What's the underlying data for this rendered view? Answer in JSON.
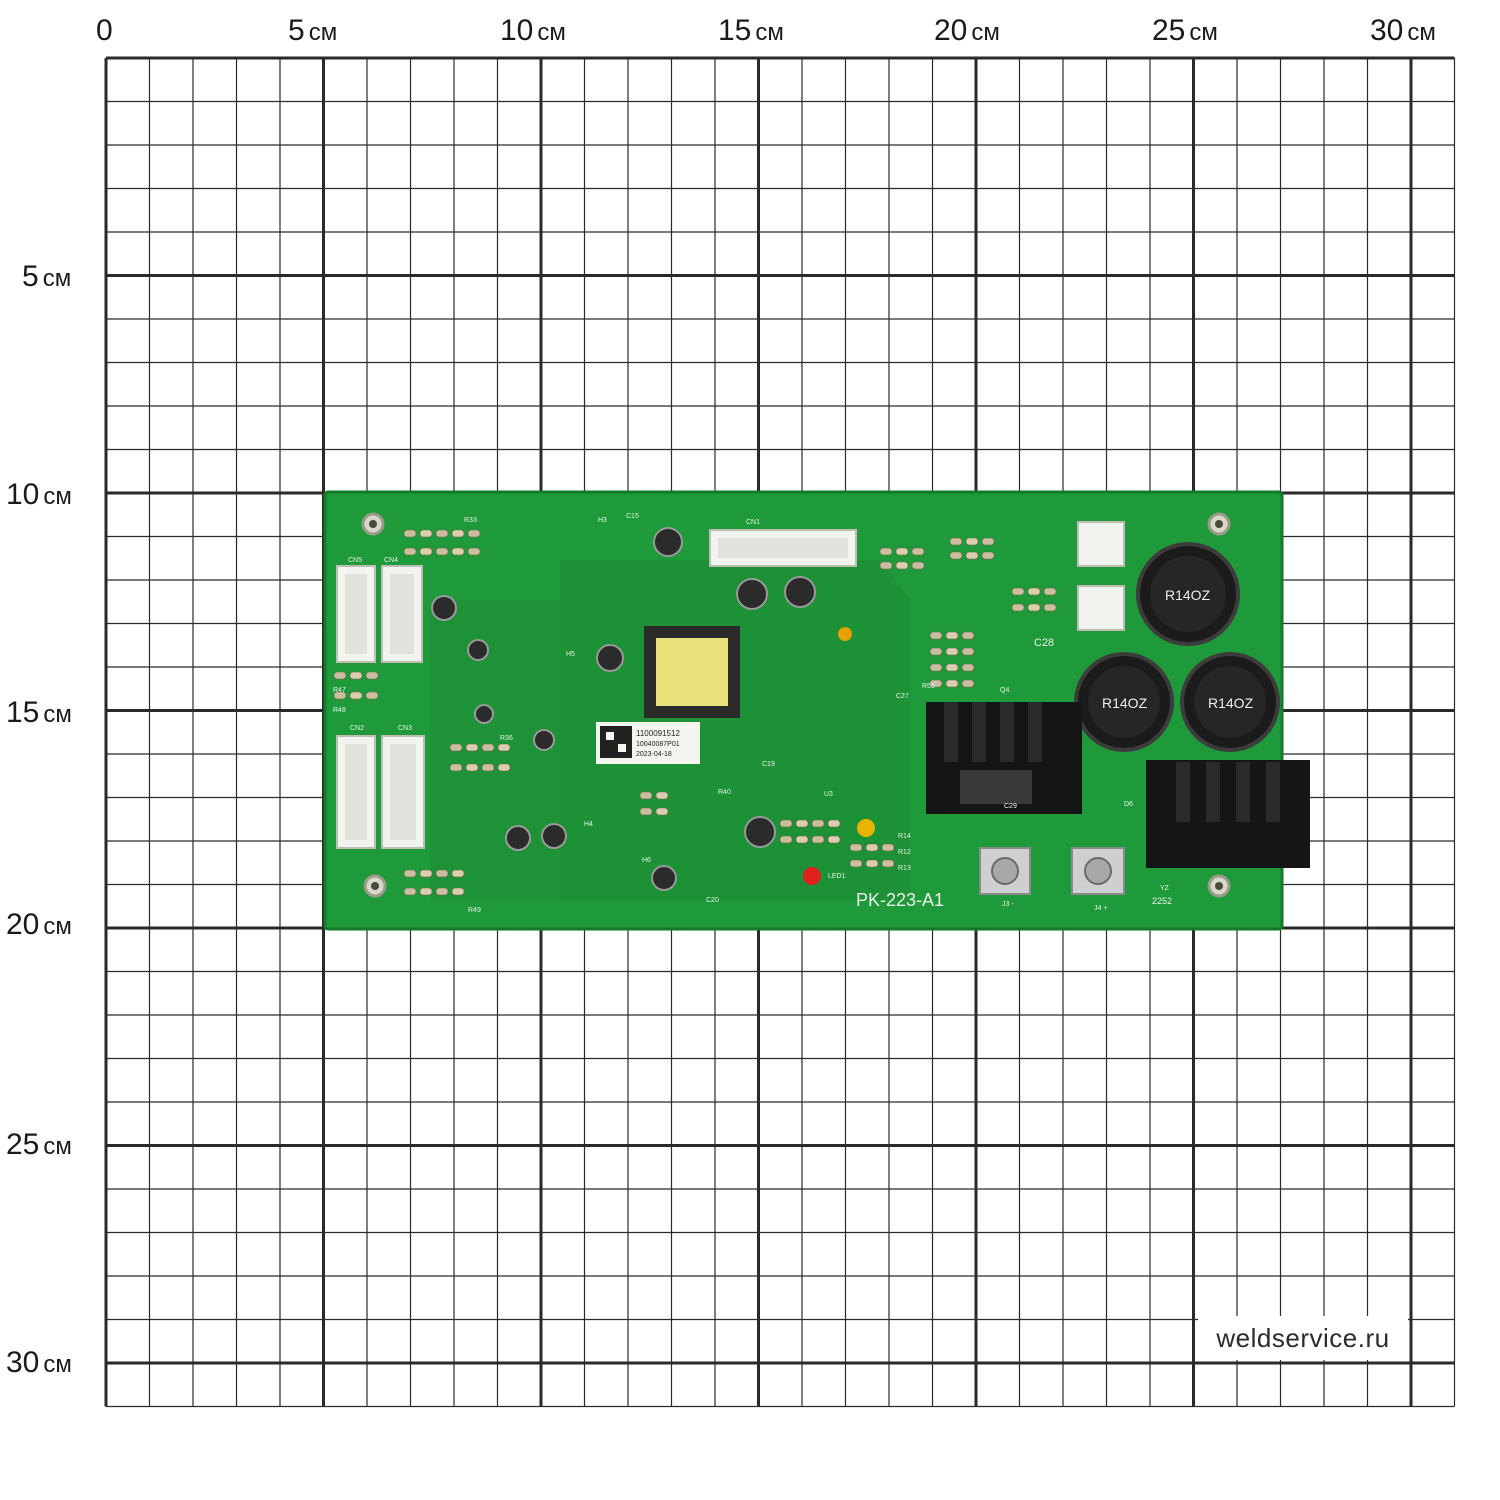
{
  "ruler": {
    "unit": "см",
    "x_labels": [
      "0",
      "5",
      "10",
      "15",
      "20",
      "25",
      "30"
    ],
    "y_labels": [
      "5",
      "10",
      "15",
      "20",
      "25",
      "30"
    ]
  },
  "board": {
    "model": "PK-223-A1",
    "qr_label": {
      "line1": "1100091512",
      "line2": "10040087P01",
      "line3": "2023-04-18"
    },
    "connectors": [
      "CN5",
      "CN4",
      "CN2",
      "CN3",
      "CN1",
      "J3 -",
      "J4 +"
    ],
    "parts": [
      "C28",
      "D6",
      "R33",
      "R47",
      "R48",
      "R49",
      "C15",
      "H3",
      "R36",
      "H4",
      "H5",
      "H6",
      "R40",
      "C19",
      "C20",
      "U3",
      "R14",
      "R12",
      "R13",
      "LED1",
      "C27",
      "R55",
      "Q4",
      "C29"
    ],
    "capacitor_marks": [
      "R14OZ",
      "R14OZ",
      "R14OZ"
    ],
    "date_code": "2252",
    "bottom_right_code": "YZ"
  },
  "watermark": "weldservice.ru",
  "colors": {
    "grid": "#2a2a2a",
    "pcb": "#1f9a3a",
    "pcb_dark": "#137a2a",
    "heatsink": "#151515"
  }
}
